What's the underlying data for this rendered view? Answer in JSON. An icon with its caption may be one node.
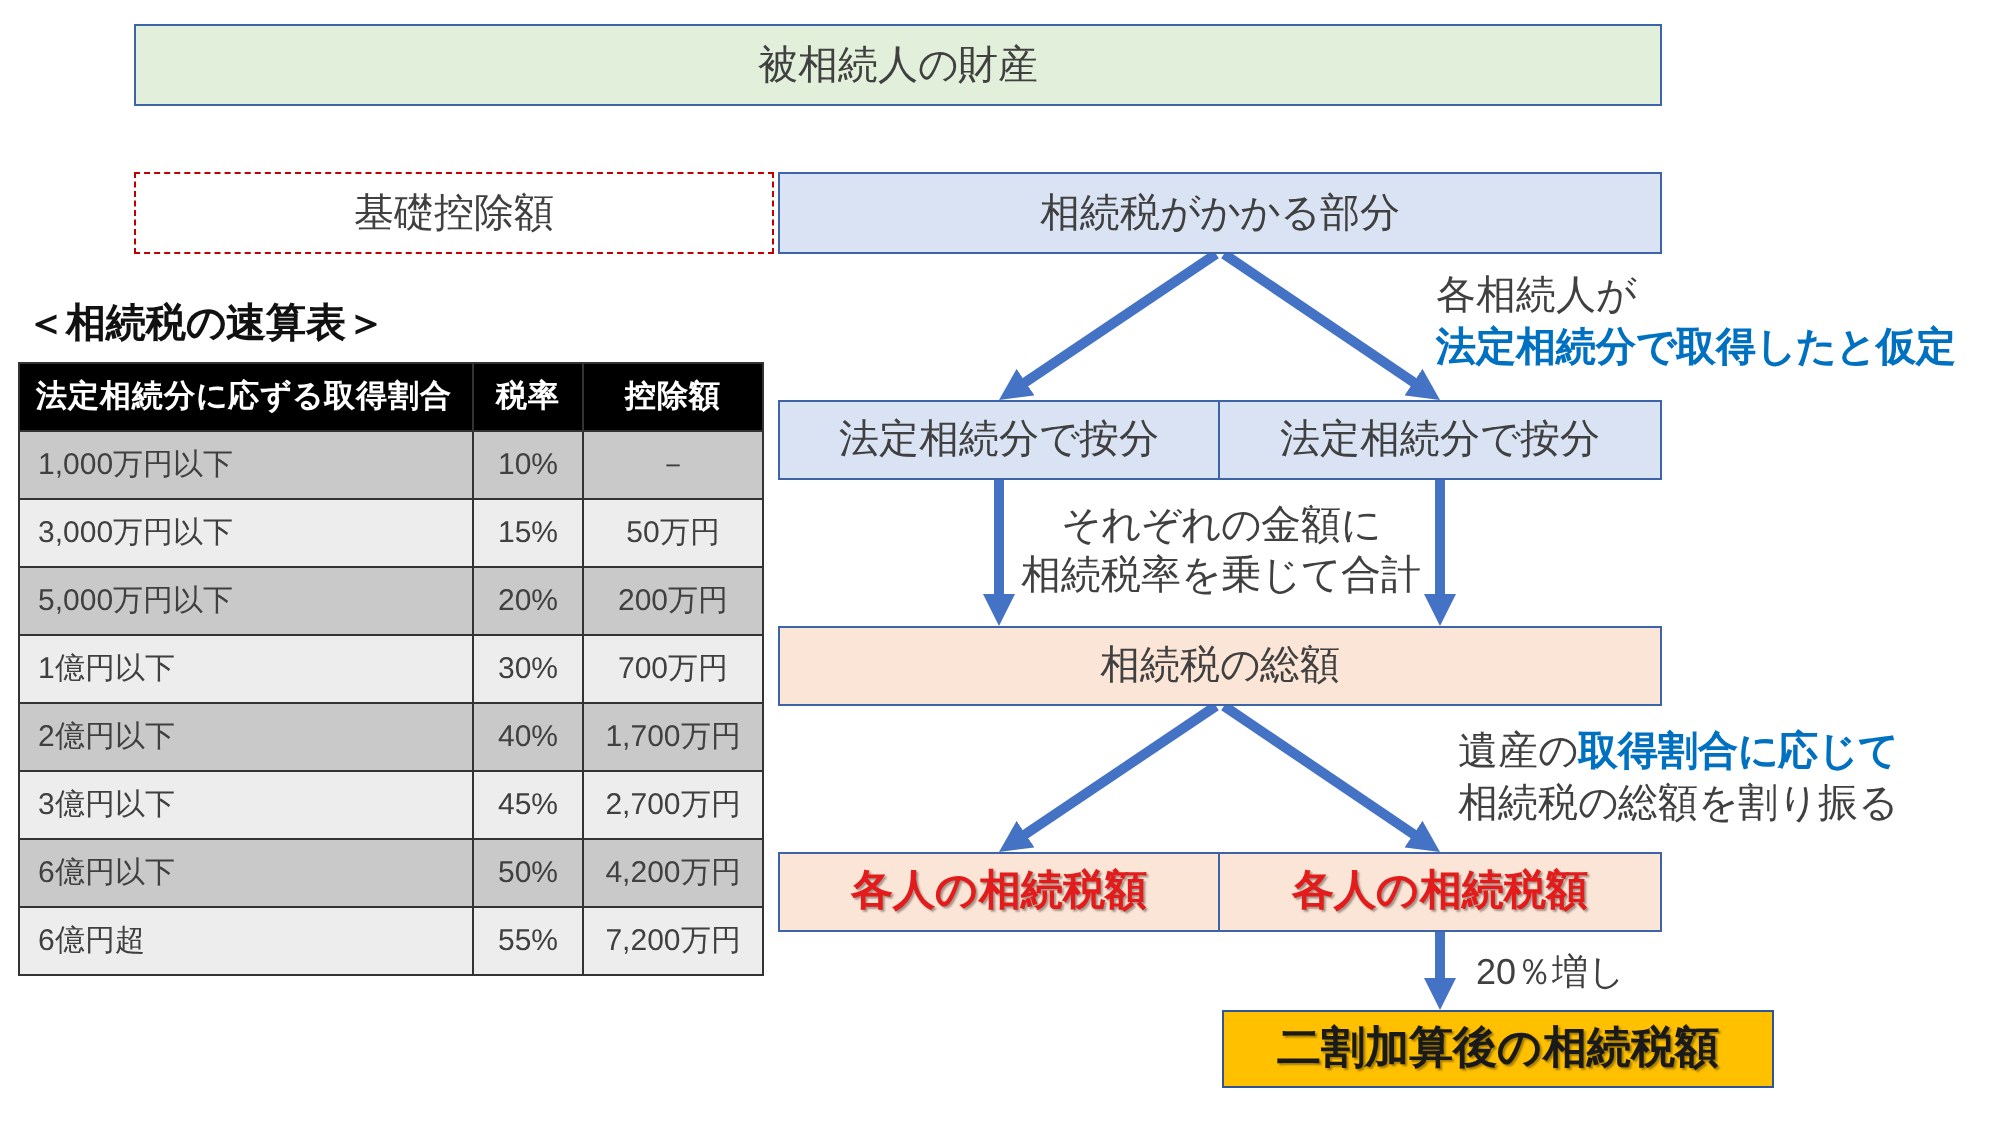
{
  "diagram": {
    "nodes": [
      {
        "text": [
          "被相続人の財産"
        ]
      },
      {
        "text": [
          "基礎控除額"
        ]
      },
      {
        "text": [
          "相続税がかかる部分"
        ]
      },
      {
        "text": [
          "法定相続分で按分"
        ]
      },
      {
        "text": [
          "法定相続分で按分"
        ]
      },
      {
        "text": [
          "相続税の総額"
        ]
      },
      {
        "text": [
          "各人の相続税額"
        ]
      },
      {
        "text": [
          "各人の相続税額"
        ]
      },
      {
        "text": [
          "二割加算後の相続税額"
        ]
      }
    ],
    "edges": [
      {
        "from": 2,
        "to": 3,
        "arrow": "to"
      },
      {
        "from": 2,
        "to": 4,
        "arrow": "to"
      },
      {
        "from": 3,
        "to": 5,
        "arrow": "to"
      },
      {
        "from": 4,
        "to": 5,
        "arrow": "to"
      },
      {
        "from": 5,
        "to": 6,
        "arrow": "to"
      },
      {
        "from": 5,
        "to": 7,
        "arrow": "to"
      },
      {
        "from": 7,
        "to": 8,
        "arrow": "to",
        "label": "20％増し"
      }
    ],
    "labels": [
      "＜相続税の速算表＞",
      "法定相続分に応ずる取得割合",
      "税率",
      "控除額",
      "1,000万円以下",
      "10%",
      "－",
      "3,000万円以下",
      "15%",
      "50万円",
      "5,000万円以下",
      "20%",
      "200万円",
      "1億円以下",
      "30%",
      "700万円",
      "2億円以下",
      "40%",
      "1,700万円",
      "3億円以下",
      "45%",
      "2,700万円",
      "6億円以下",
      "50%",
      "4,200万円",
      "6億円超",
      "55%",
      "7,200万円",
      "各相続人が**法定相続分で取得したと仮定**",
      "それぞれの金額に相続税率を乗じて合計",
      "遺産の**取得割合に応じて**相続税の総額を割り振る"
    ]
  }
}
